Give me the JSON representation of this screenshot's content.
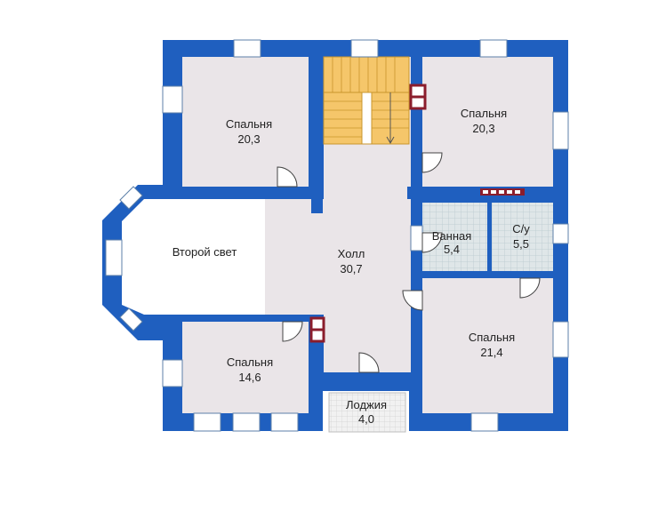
{
  "colors": {
    "wall": "#1f5fbf",
    "room_floor": "#eae5e8",
    "second_light": "#ffffff",
    "tile": "#dfe6e8",
    "tile_line": "#b9c9cf",
    "stairs": "#f5c66a",
    "stairs_line": "#c9952c",
    "chimney": "#8b1d2c",
    "window": "#ffffff",
    "door_line": "#444444"
  },
  "rooms": [
    {
      "key": "bed_tl",
      "name": "Спальня",
      "area": "20,3"
    },
    {
      "key": "bed_tr",
      "name": "Спальня",
      "area": "20,3"
    },
    {
      "key": "second",
      "name": "Второй свет",
      "area": ""
    },
    {
      "key": "hall",
      "name": "Холл",
      "area": "30,7"
    },
    {
      "key": "bath",
      "name": "Ванная",
      "area": "5,4"
    },
    {
      "key": "wc",
      "name": "С/у",
      "area": "5,5"
    },
    {
      "key": "bed_bl",
      "name": "Спальня",
      "area": "14,6"
    },
    {
      "key": "bed_br",
      "name": "Спальня",
      "area": "21,4"
    },
    {
      "key": "loggia",
      "name": "Лоджия",
      "area": "4,0"
    }
  ]
}
